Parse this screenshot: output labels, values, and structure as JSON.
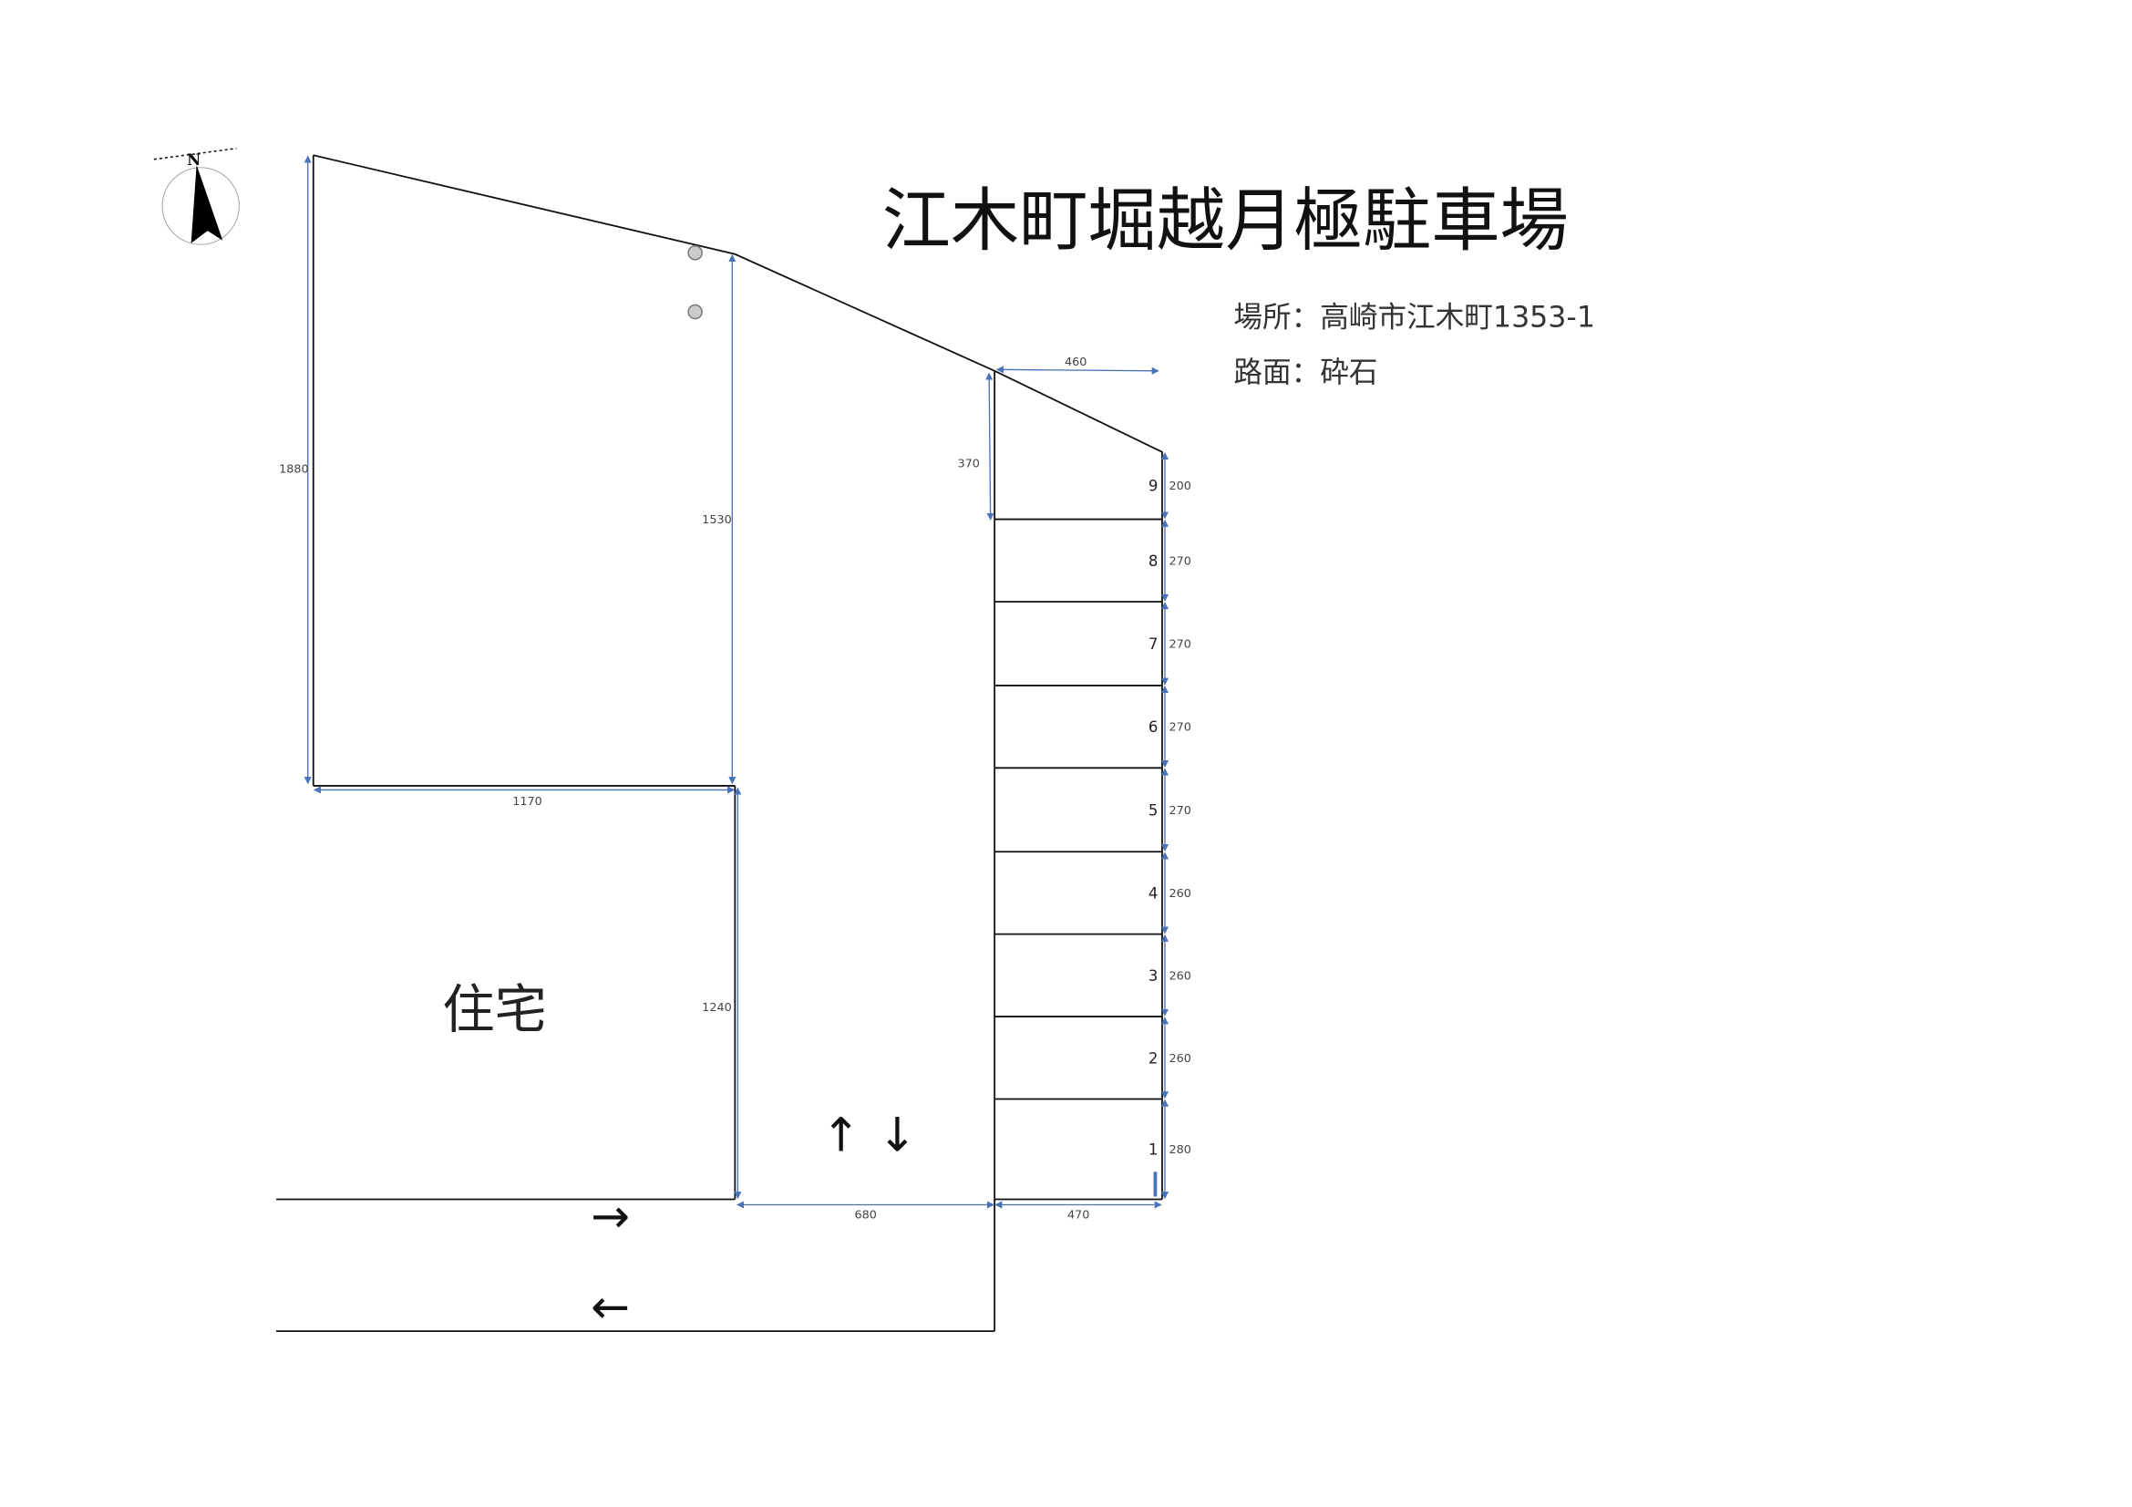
{
  "title": "江木町堀越月極駐車場",
  "info": {
    "location": "場所：高崎市江木町1353-1",
    "surface": "路面：砕石"
  },
  "compass_label": "N",
  "house_label": "住宅",
  "arrows": {
    "up": "↑",
    "down": "↓",
    "right": "→",
    "left": "←"
  },
  "dimensions": {
    "left_height": "1880",
    "inner_height": "1530",
    "house_width": "1170",
    "house_height": "1240",
    "aisle_width": "680",
    "space_depth": "470",
    "top_width": "460",
    "top_offset": "370"
  },
  "spaces": [
    {
      "number": "9",
      "length": "200"
    },
    {
      "number": "8",
      "length": "270"
    },
    {
      "number": "7",
      "length": "270"
    },
    {
      "number": "6",
      "length": "270"
    },
    {
      "number": "5",
      "length": "270"
    },
    {
      "number": "4",
      "length": "260"
    },
    {
      "number": "3",
      "length": "260"
    },
    {
      "number": "2",
      "length": "260"
    },
    {
      "number": "1",
      "length": "280"
    }
  ],
  "colors": {
    "dimension": "#4a72b8",
    "line": "#111111"
  }
}
